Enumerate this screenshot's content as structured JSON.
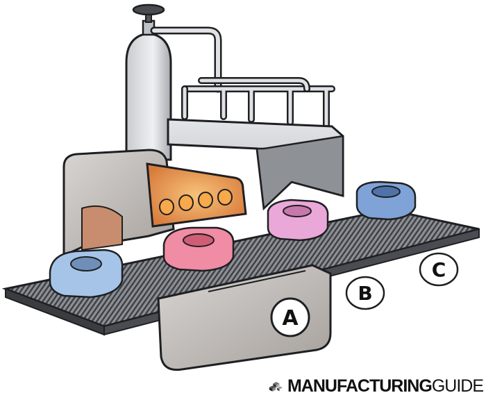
{
  "stages": [
    {
      "label": "A"
    },
    {
      "label": "B"
    },
    {
      "label": "C"
    }
  ],
  "logo": {
    "bold": "MANUFACTURING",
    "regular": "GUIDE"
  },
  "colors": {
    "steel_light": "#d9dbde",
    "steel_dark": "#8d9096",
    "belt": "#5f6166",
    "heater_glow": "#f5a54a",
    "part_blue": "#9fc0e6",
    "part_pink_hot": "#f08ca0",
    "part_pink_cool": "#e8a6d6",
    "part_blue_right": "#7fa3d6"
  }
}
